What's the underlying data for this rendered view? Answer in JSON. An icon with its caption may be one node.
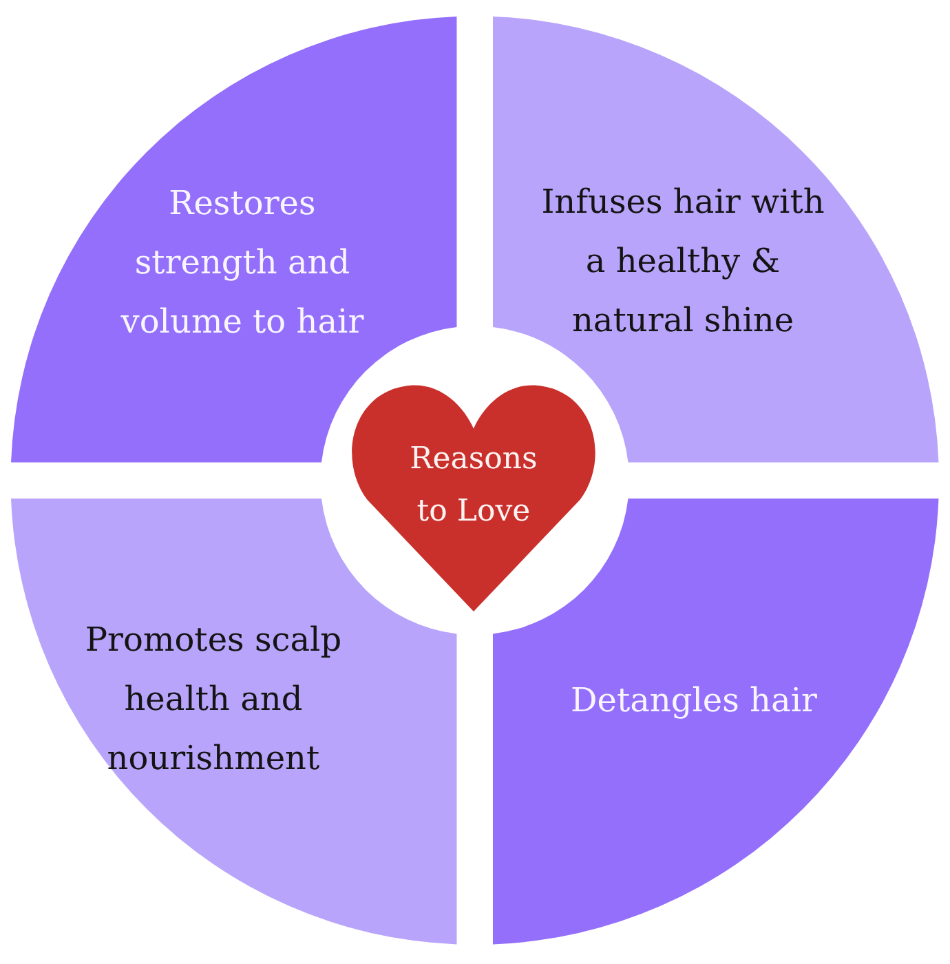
{
  "diagram": {
    "nodes": [
      {
        "text": [
          "Restores strength and volume to hair"
        ]
      },
      {
        "text": [
          "Infuses hair with a healthy & natural shine"
        ]
      },
      {
        "text": [
          "Reasons to Love"
        ]
      },
      {
        "text": [
          "Promotes scalp health and nourishment"
        ]
      },
      {
        "text": [
          "Detangles hair"
        ]
      }
    ]
  }
}
